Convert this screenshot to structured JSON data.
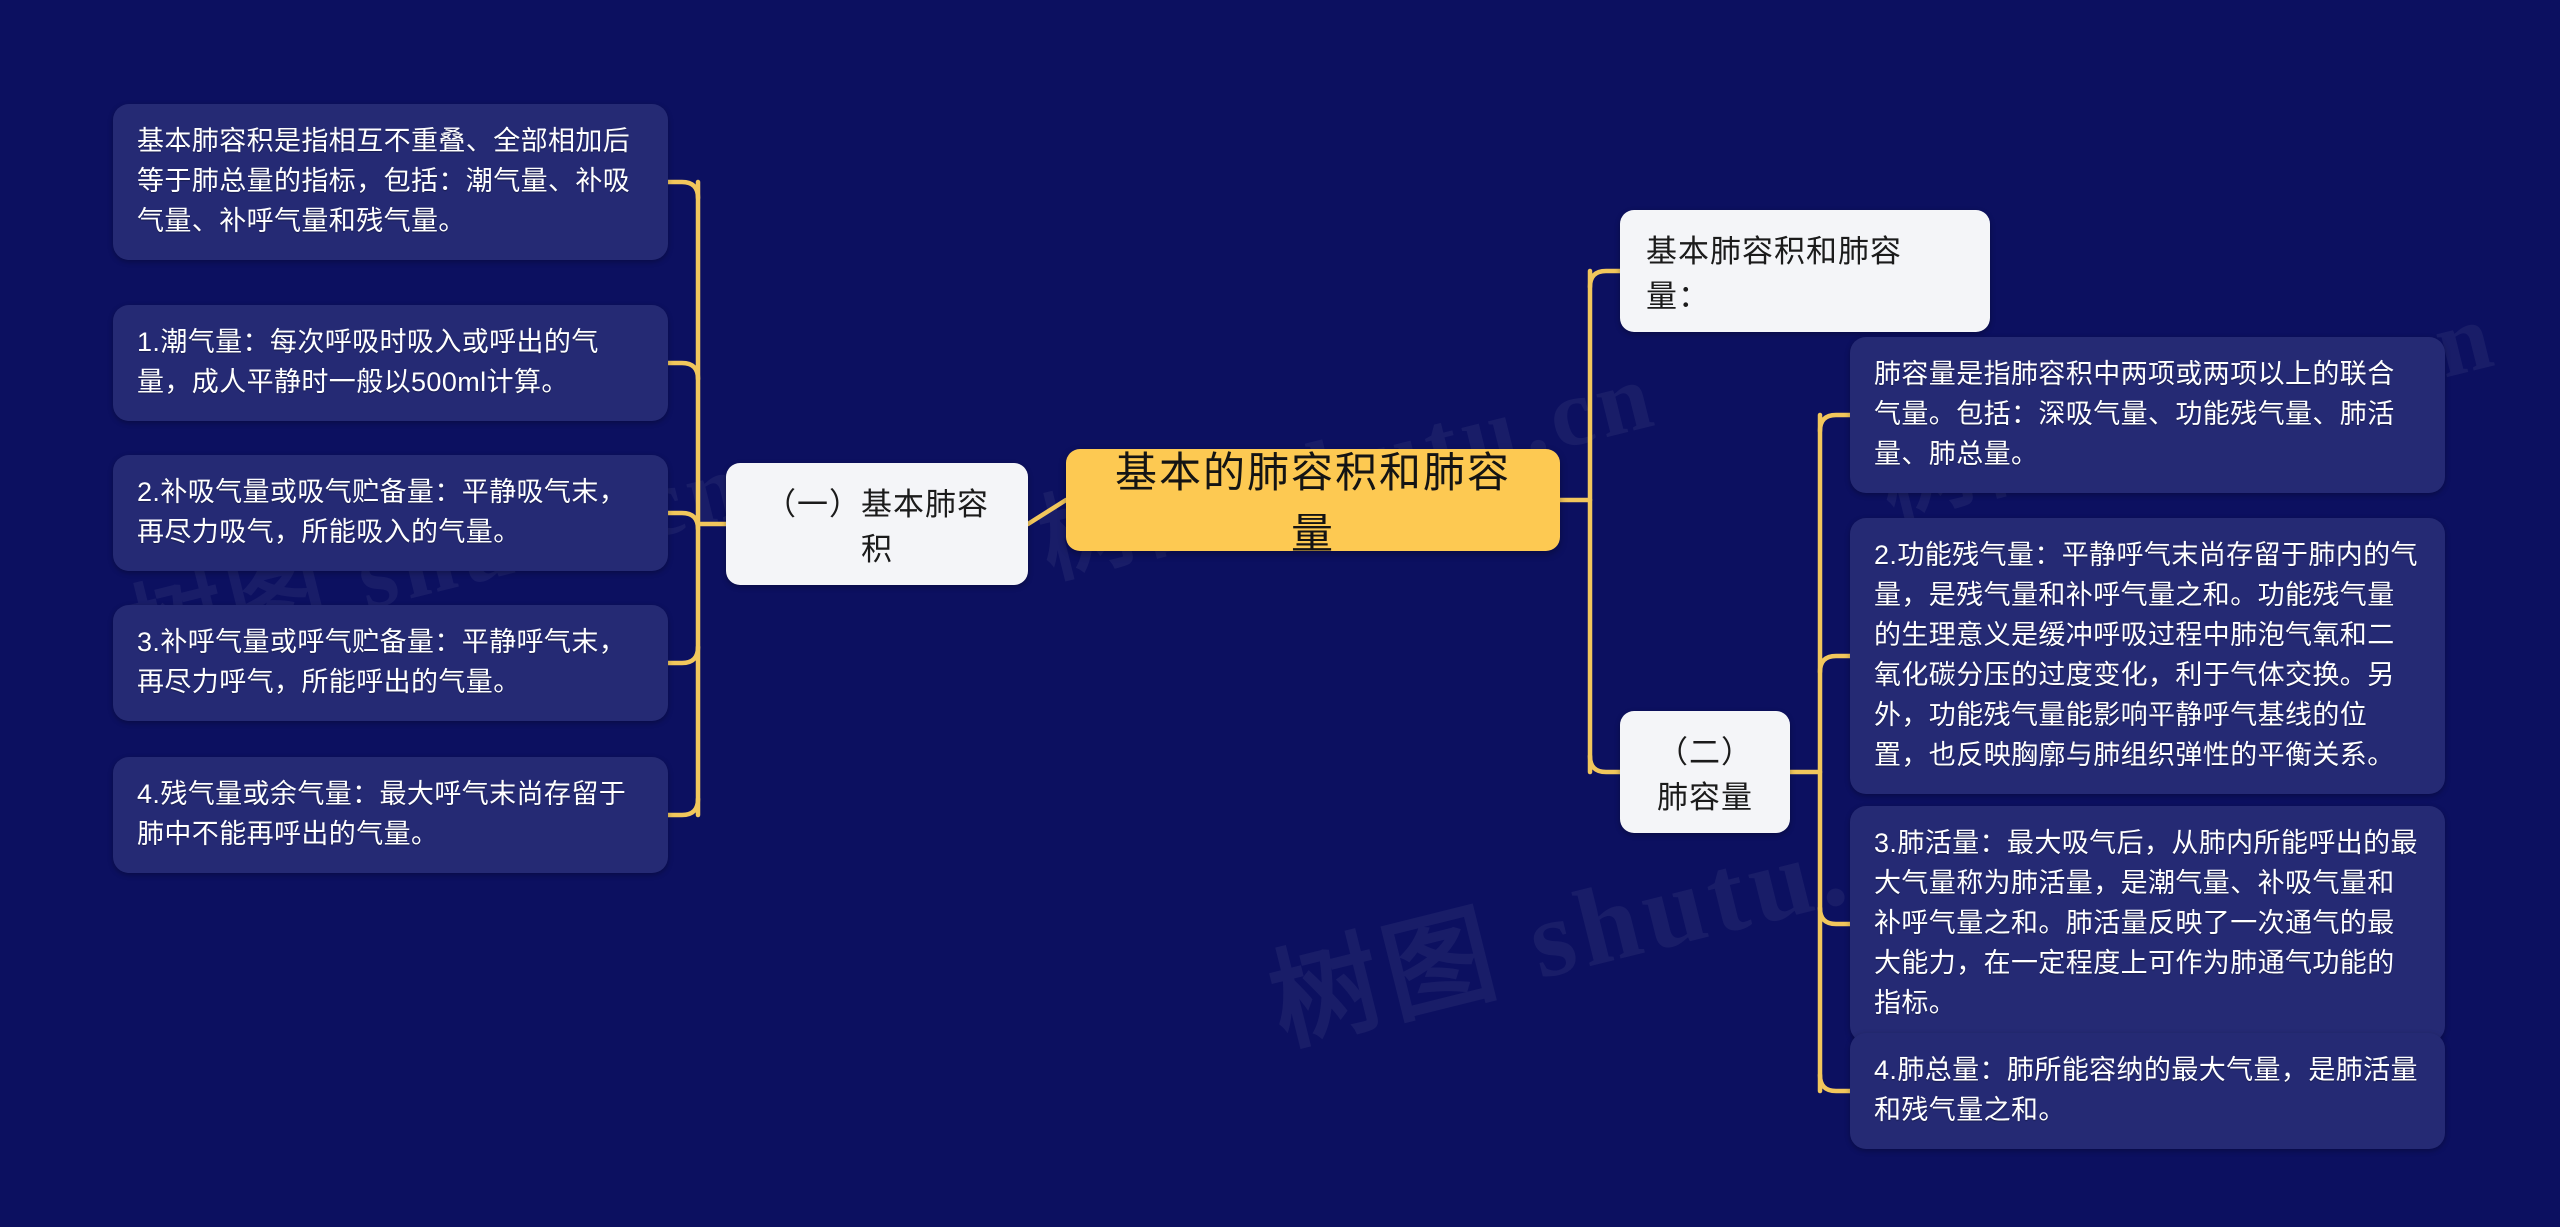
{
  "theme": {
    "background": "#0c1060",
    "leaf_bg": "#252a74",
    "branch_bg": "#f4f5f8",
    "root_bg": "#fdc952",
    "connector": "#f2c75c",
    "leaf_text": "#ffffff",
    "branch_text": "#1b1b1b",
    "root_text": "#141414"
  },
  "watermark": {
    "text_a": "树图 shutu.cn",
    "text_b": "树图 shutu.cn",
    "text_c": "树图 shutu.cn",
    "text_d": "树图 shutu.cn"
  },
  "root": {
    "label": "基本的肺容积和肺容量"
  },
  "left_branch": {
    "label": "（一）基本肺容积",
    "children": [
      {
        "label": "基本肺容积是指相互不重叠、全部相加后等于肺总量的指标，包括：潮气量、补吸气量、补呼气量和残气量。"
      },
      {
        "label": "1.潮气量：每次呼吸时吸入或呼出的气量，成人平静时一般以500ml计算。"
      },
      {
        "label": "2.补吸气量或吸气贮备量：平静吸气末，再尽力吸气，所能吸入的气量。"
      },
      {
        "label": "3.补呼气量或呼气贮备量：平静呼气末，再尽力呼气，所能呼出的气量。"
      },
      {
        "label": "4.残气量或余气量：最大呼气末尚存留于肺中不能再呼出的气量。"
      }
    ]
  },
  "right_branches": [
    {
      "label": "基本肺容积和肺容量：",
      "children": []
    },
    {
      "label": "（二）肺容量",
      "children": [
        {
          "label": "肺容量是指肺容积中两项或两项以上的联合气量。包括：深吸气量、功能残气量、肺活量、肺总量。"
        },
        {
          "label": "2.功能残气量：平静呼气末尚存留于肺内的气量，是残气量和补呼气量之和。功能残气量的生理意义是缓冲呼吸过程中肺泡气氧和二氧化碳分压的过度变化，利于气体交换。另外，功能残气量能影响平静呼气基线的位置，也反映胸廓与肺组织弹性的平衡关系。"
        },
        {
          "label": "3.肺活量：最大吸气后，从肺内所能呼出的最大气量称为肺活量，是潮气量、补吸气量和补呼气量之和。肺活量反映了一次通气的最大能力，在一定程度上可作为肺通气功能的指标。"
        },
        {
          "label": "4.肺总量：肺所能容纳的最大气量，是肺活量和残气量之和。"
        }
      ]
    }
  ]
}
